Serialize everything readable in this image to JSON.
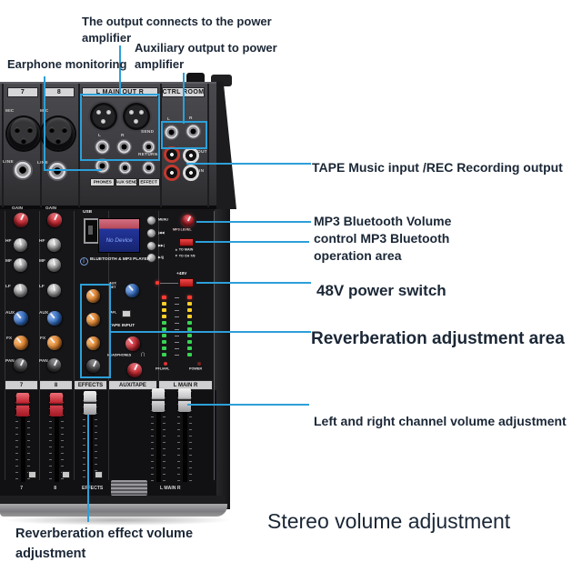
{
  "annotations": {
    "output_power": "The output connects to the power amplifier",
    "aux_output": "Auxiliary output to power amplifier",
    "earphone": "Earphone monitoring",
    "tape": "TAPE Music input /REC Recording output",
    "mp3_bluetooth": "MP3 Bluetooth Volume control MP3 Bluetooth operation area",
    "power_48v": "48V power switch",
    "reverb_area": "Reverberation adjustment area",
    "lr_volume": "Left and right channel volume adjustment",
    "stereo_volume": "Stereo volume adjustment",
    "reverb_fx_volume": "Reverberation effect volume adjustment"
  },
  "mixer": {
    "top_strip_labels": {
      "ch7": "7",
      "ch8": "8",
      "main_out": "L MAIN OUT R",
      "ctrl_room": "CTRL ROOM"
    },
    "rear_labels": {
      "mic": "MIC",
      "line": "LINE",
      "l": "L",
      "r": "R",
      "send": "SEND",
      "return": "RETURN",
      "phones": "PHONES",
      "aux_send": "AUX SEND",
      "effect": "EFFECT",
      "out": "OUT",
      "in": "IN"
    },
    "channel_knobs": [
      "GAIN",
      "HF",
      "MF",
      "LF",
      "AUX",
      "FX",
      "PAN"
    ],
    "mp3_player": {
      "usb": "USB",
      "screen_text": "No Device",
      "buttons": [
        "MENU",
        "|◀◀",
        "▶▶|",
        "▶/||"
      ],
      "level_label": "MP3 LEVEL",
      "switch_up": "▲ TO MAIN",
      "switch_down": "▼ TO CH 7/8",
      "title": "BLUETOOTH & MP3 PLAYER"
    },
    "center_labels": {
      "aux_ret": "AUX RET",
      "afl": "AFL",
      "tape_input": "TAPE INPUT",
      "headphones": "HEADPHONES",
      "phantom": "+48V",
      "pfl_afl": "PFL/AFL",
      "power": "POWER"
    },
    "section_strip_labels": [
      "7",
      "8",
      "EFFECTS",
      "AUX/TAPE",
      "L MAIN R"
    ],
    "fader_bottom_labels": [
      "7",
      "8",
      "EFFECTS",
      "L MAIN R"
    ]
  },
  "icons": {
    "bluetooth": "ᛒ",
    "headphones": "∩"
  },
  "colors": {
    "leader_blue": "#2d9fd9",
    "text": "#1b2736",
    "knob_red": "#c2242e",
    "knob_blue": "#2f6cc4",
    "knob_orange": "#e8872f",
    "fader_red": "#c22733",
    "led_red": "#ff3b30",
    "led_yellow": "#ffd027",
    "led_green": "#39d353"
  }
}
